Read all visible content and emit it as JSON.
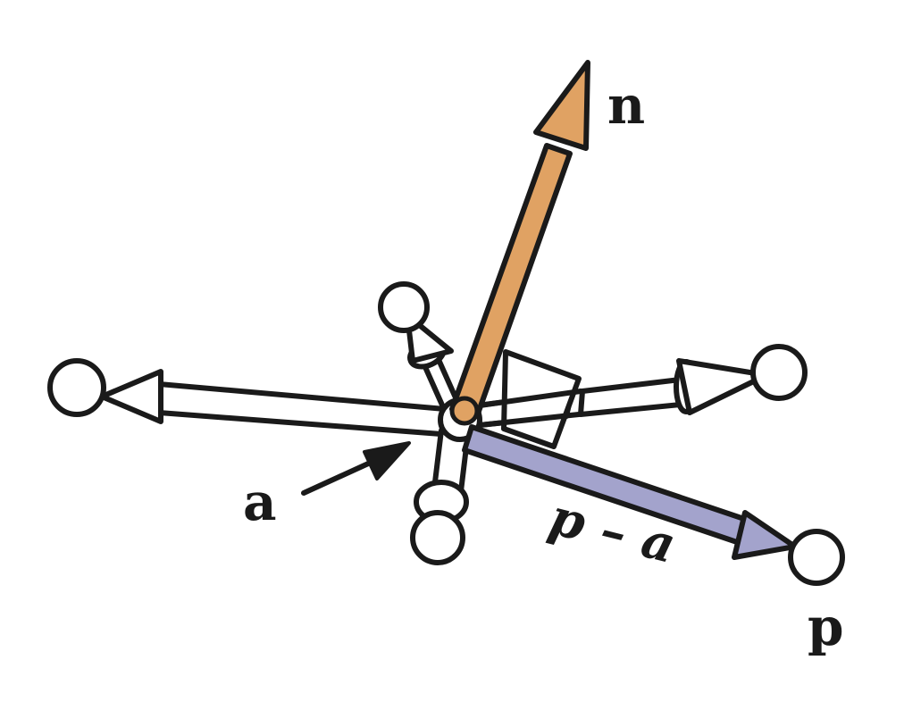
{
  "labels": {
    "normal": "n",
    "point_a": "a",
    "point_p": "p",
    "difference": "p – a"
  },
  "colors": {
    "normal_vector": "#E0A263",
    "difference_vector": "#A3A3CC",
    "outline": "#1a1a1a",
    "fill": "#ffffff"
  }
}
